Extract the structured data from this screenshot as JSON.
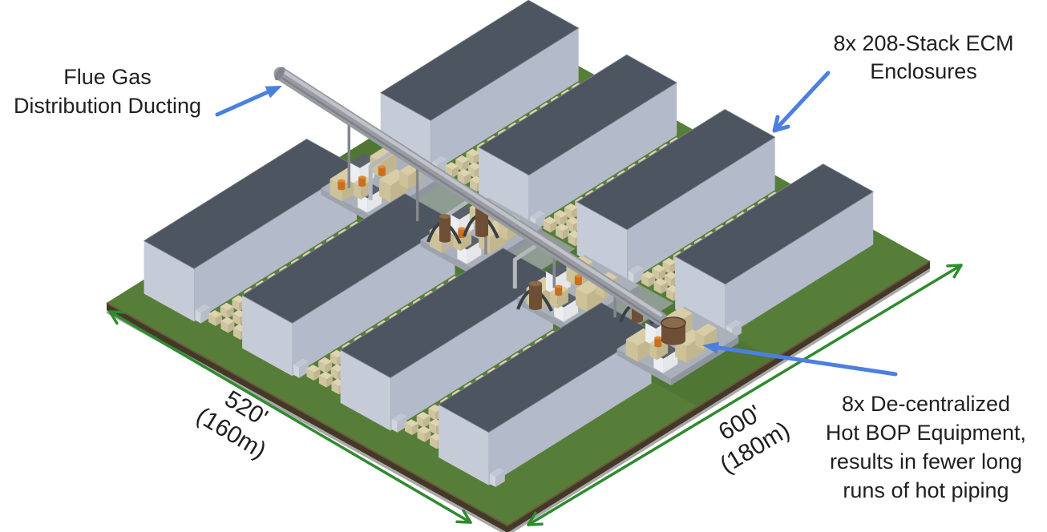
{
  "colors": {
    "background": "#ffffff",
    "label_text": "#1f1f1f",
    "annotation_arrow_blue": "#4b80e0",
    "dimension_arrow_green": "#2e8b2e",
    "ground_green": "#577e38",
    "corridor_green": "#4c7231",
    "building_roof": "#4d5560",
    "building_wall": "#b3bac9",
    "building_wall_light": "#c6cbd8",
    "stack_tan": "#ded4b0",
    "pad_gray": "#abb1bb",
    "platform_edge_brown": "#443827",
    "duct_gray": "#989ba1",
    "equipment_orange": "#c96f1f",
    "tank_brown": "#6e4f35"
  },
  "annotations": {
    "flue_gas_duct": {
      "lines": [
        "Flue Gas",
        "Distribution Ducting"
      ]
    },
    "ecm_enclosures": {
      "lines": [
        "8x 208-Stack ECM",
        "Enclosures"
      ]
    },
    "hot_bop": {
      "lines": [
        "8x De-centralized",
        "Hot BOP Equipment,",
        "results in fewer long",
        "runs of hot piping"
      ]
    }
  },
  "dimensions": {
    "left_edge": {
      "feet": "520'",
      "meters": "(160m)"
    },
    "right_edge": {
      "feet": "600'",
      "meters": "(180m)"
    }
  },
  "scene": {
    "ecm_building_count": 8,
    "hot_bop_cluster_count": 8
  }
}
